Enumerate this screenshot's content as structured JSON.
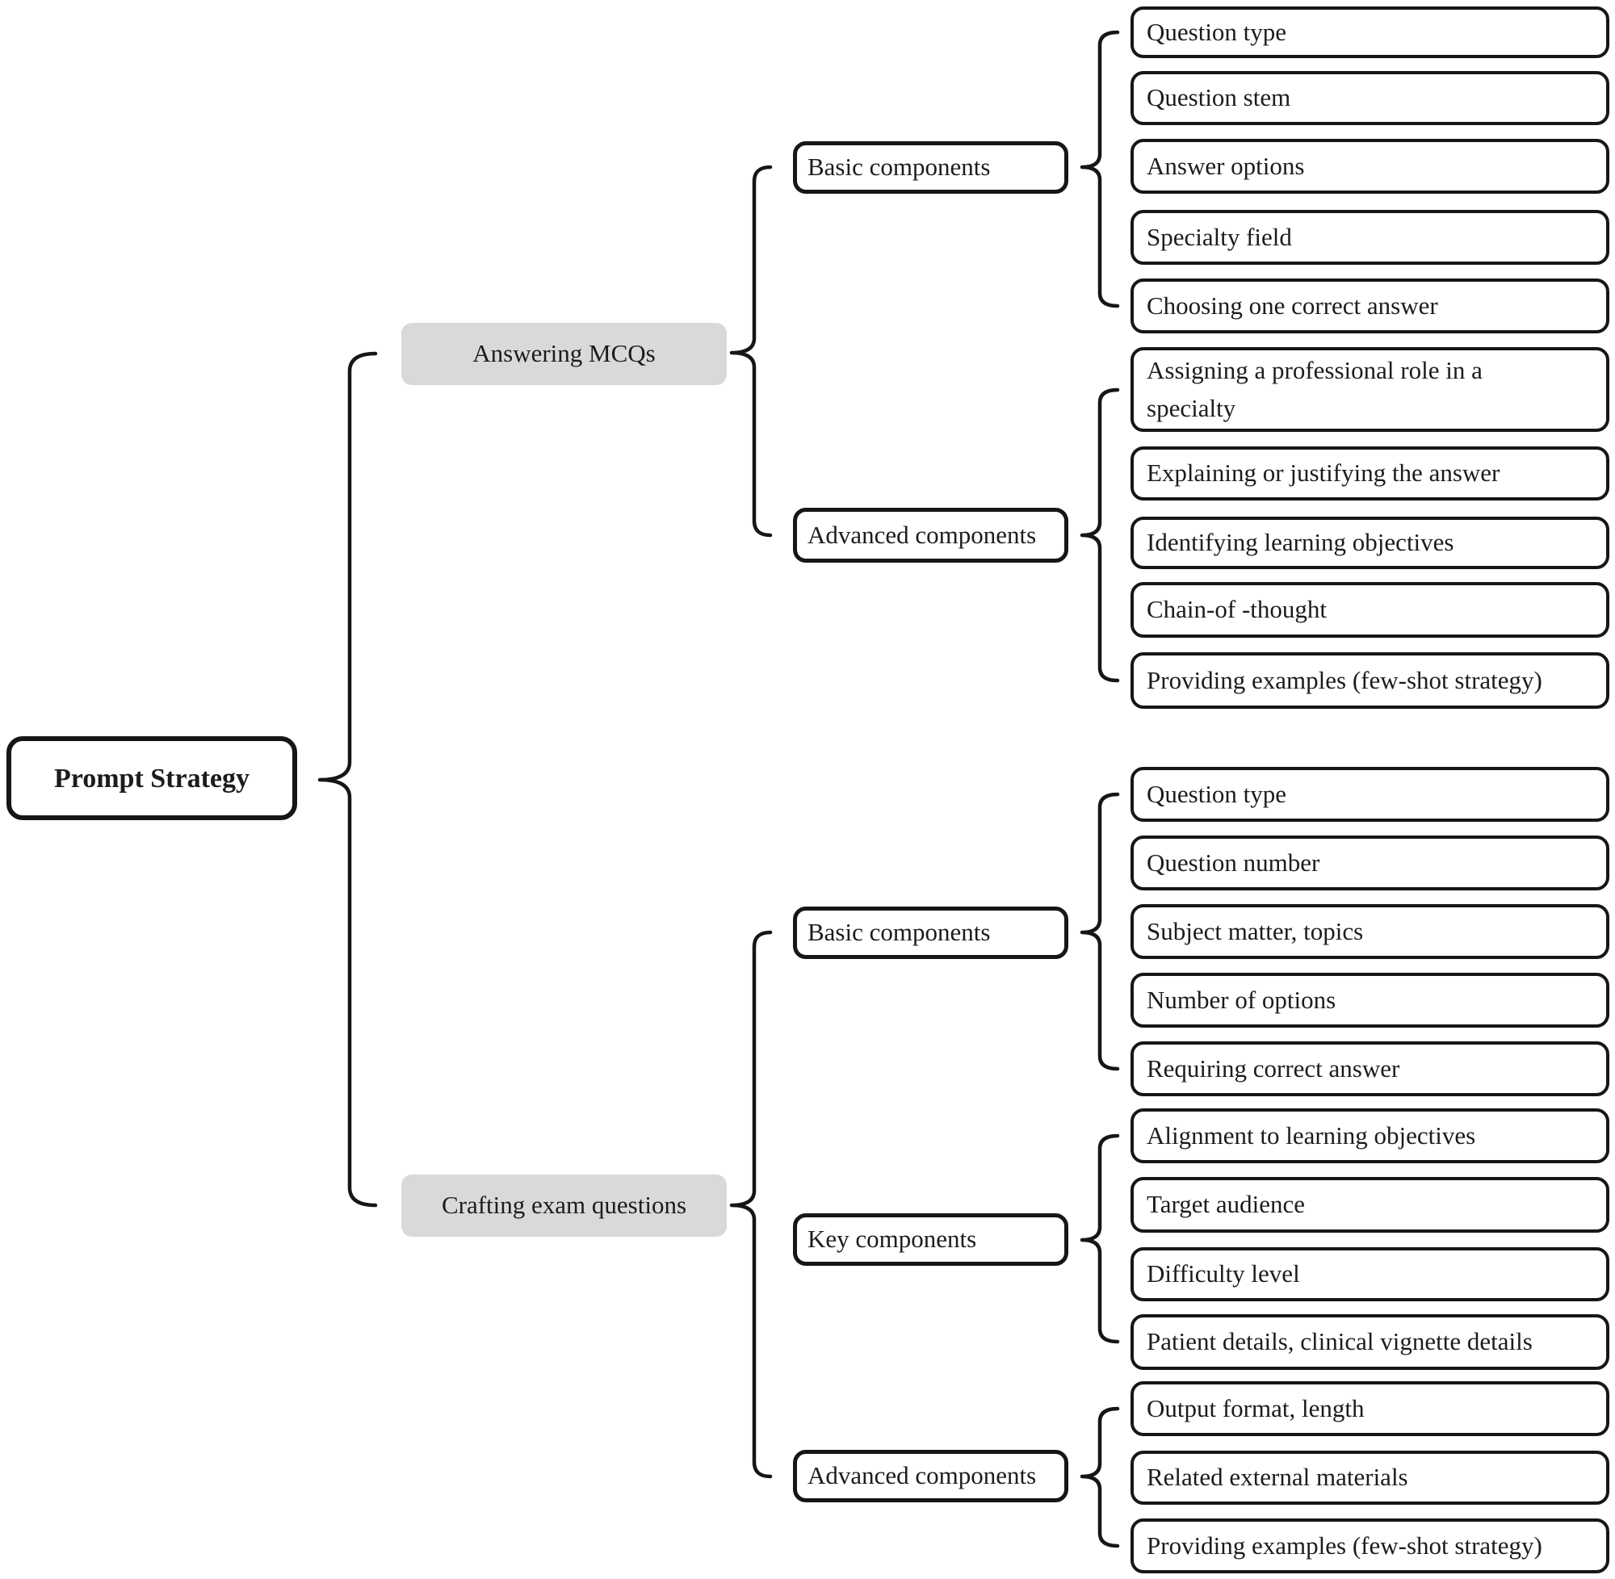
{
  "root": {
    "label": "Prompt Strategy"
  },
  "branches": [
    {
      "label": "Answering MCQs",
      "groups": [
        {
          "label": "Basic components",
          "items": [
            "Question type",
            "Question stem",
            "Answer options",
            "Specialty field",
            "Choosing one correct answer"
          ]
        },
        {
          "label": "Advanced components",
          "items": [
            "Assigning a professional role in a specialty",
            "Explaining or justifying the answer",
            "Identifying learning objectives",
            "Chain-of -thought",
            "Providing examples (few-shot strategy)"
          ]
        }
      ]
    },
    {
      "label": "Crafting exam questions",
      "groups": [
        {
          "label": "Basic components",
          "items": [
            "Question type",
            "Question number",
            "Subject matter, topics",
            "Number of options",
            "Requiring correct answer"
          ]
        },
        {
          "label": "Key components",
          "items": [
            "Alignment to learning objectives",
            "Target audience",
            "Difficulty level",
            "Patient details, clinical vignette details"
          ]
        },
        {
          "label": "Advanced components",
          "items": [
            "Output format, length",
            "Related external materials",
            "Providing examples (few-shot strategy)"
          ]
        }
      ]
    }
  ],
  "colors": {
    "line": "#161616",
    "parent_bg": "#d9d9d9",
    "leaf_bg": "#ffffff",
    "text": "#1c1c1c"
  }
}
